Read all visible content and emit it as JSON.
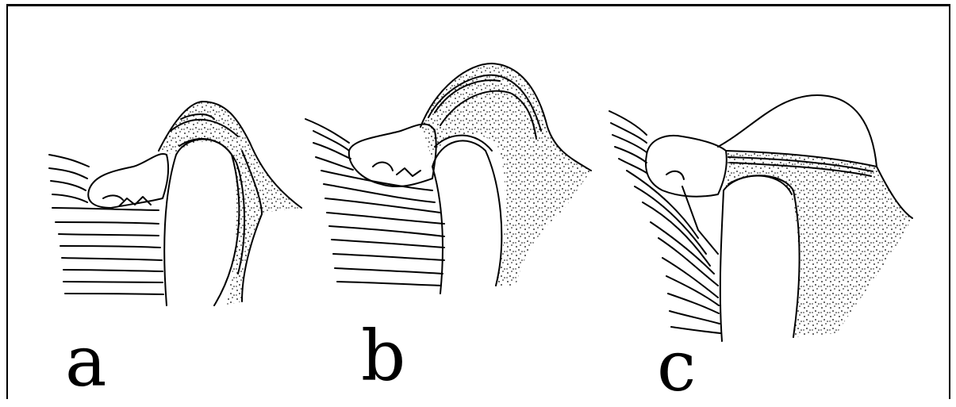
{
  "panels": [
    {
      "label": "a"
    },
    {
      "label": "b"
    },
    {
      "label": "c"
    }
  ],
  "style": {
    "ink": "#000000",
    "background": "#ffffff"
  }
}
